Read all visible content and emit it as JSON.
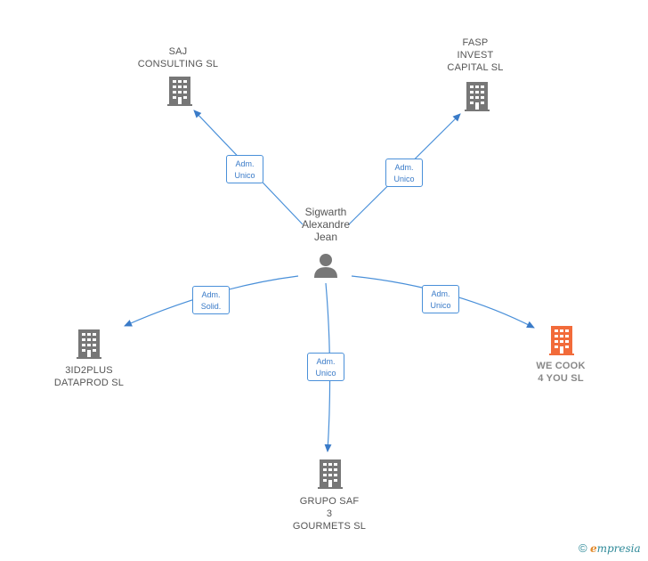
{
  "diagram": {
    "center": {
      "name": "Sigwarth\nAlexandre\nJean"
    },
    "companies": [
      {
        "id": "saj",
        "name": "SAJ\nCONSULTING SL",
        "color": "#777777"
      },
      {
        "id": "fasp",
        "name": "FASP\nINVEST\nCAPITAL  SL",
        "color": "#777777"
      },
      {
        "id": "3id2plus",
        "name": "3ID2PLUS\nDATAPROD  SL",
        "color": "#777777"
      },
      {
        "id": "wecook",
        "name": "WE COOK\n4 YOU  SL",
        "color": "#f26b3a",
        "highlight": true
      },
      {
        "id": "gruposaf",
        "name": "GRUPO SAF\n3\nGOURMETS  SL",
        "color": "#777777"
      }
    ],
    "edges": [
      {
        "to": "saj",
        "line1": "Adm.",
        "line2": "Unico"
      },
      {
        "to": "fasp",
        "line1": "Adm.",
        "line2": "Unico"
      },
      {
        "to": "3id2plus",
        "line1": "Adm.",
        "line2": "Solid."
      },
      {
        "to": "wecook",
        "line1": "Adm.",
        "line2": "Unico"
      },
      {
        "to": "gruposaf",
        "line1": "Adm.",
        "line2": "Unico"
      }
    ],
    "edge_color": "#4a90d9"
  },
  "footer": {
    "copyright": "©",
    "brand_initial": "e",
    "brand_rest": "mpresia"
  }
}
